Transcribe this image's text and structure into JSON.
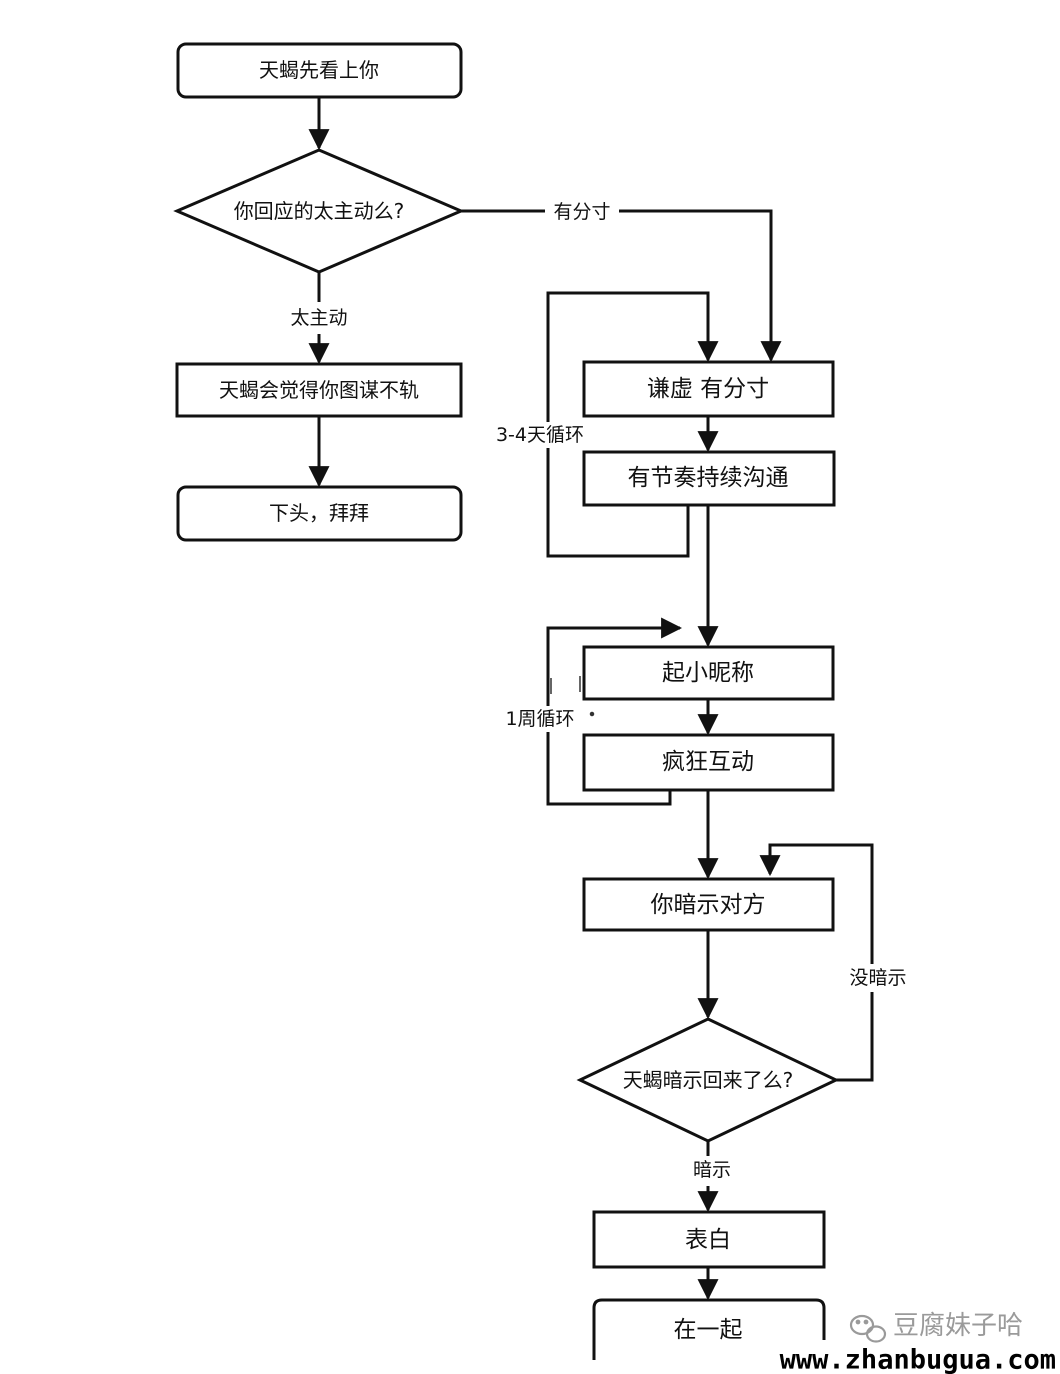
{
  "nodes": {
    "start": "天蝎先看上你",
    "decision1": "你回应的太主动么?",
    "too_active_result": "天蝎会觉得你图谋不轨",
    "end_bye": "下头，拜拜",
    "modest": "谦虚 有分寸",
    "rhythm": "有节奏持续沟通",
    "nickname": "起小昵称",
    "crazy": "疯狂互动",
    "hint": "你暗示对方",
    "decision2": "天蝎暗示回来了么?",
    "confess": "表白",
    "together": "在一起"
  },
  "edges": {
    "has_measure": "有分寸",
    "too_active": "太主动",
    "loop1": "3-4天循环",
    "loop2": "1周循环",
    "no_hint": "没暗示",
    "yes_hint": "暗示"
  },
  "watermark": {
    "account": "豆腐妹子哈",
    "site": "www.zhanbugua.com",
    "icon": "wechat-icon"
  }
}
